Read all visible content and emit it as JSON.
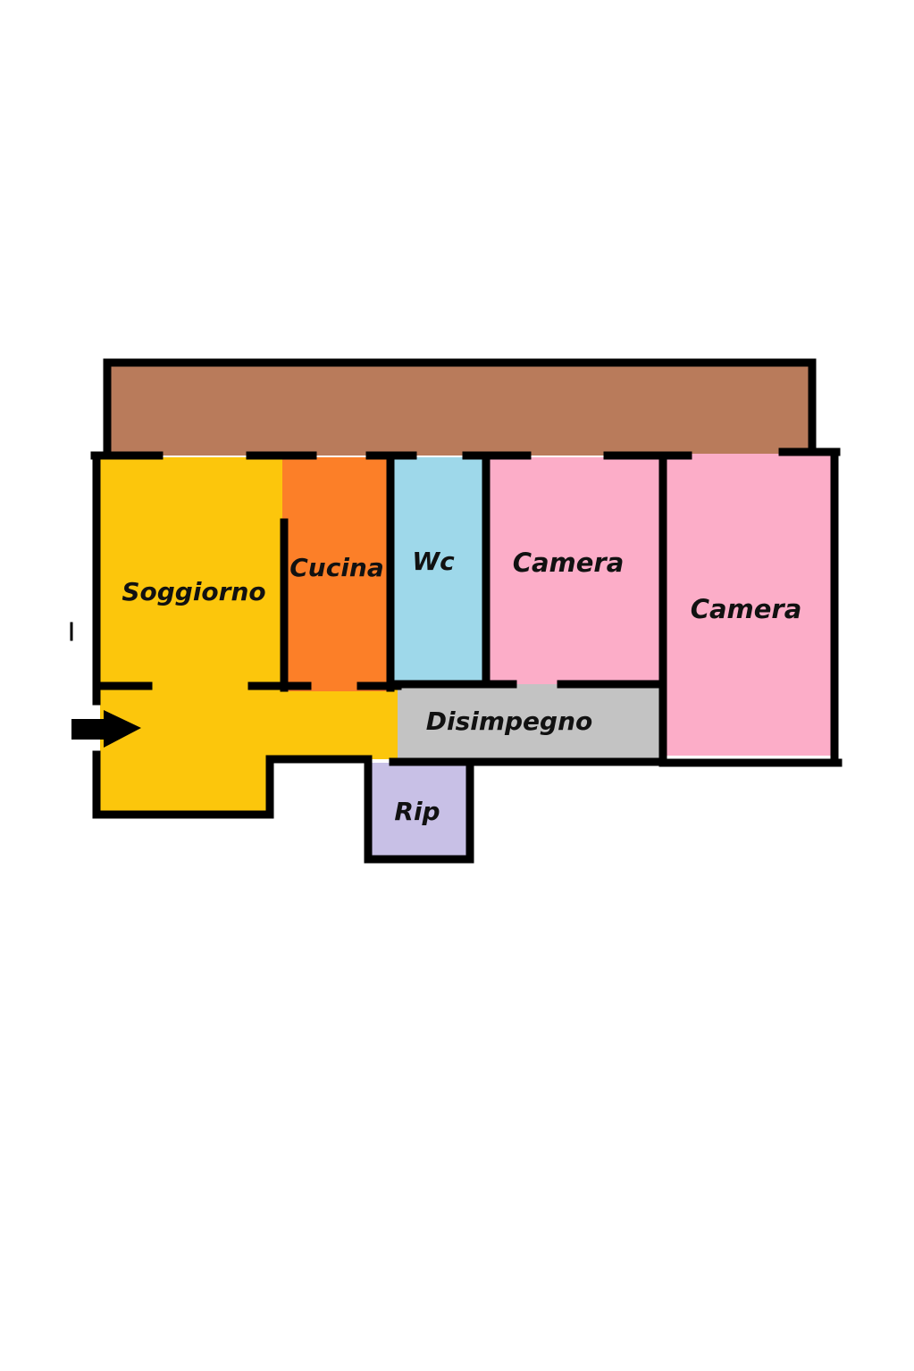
{
  "rooms": {
    "soggiorno": {
      "label": "Soggiorno",
      "color": "#fcc60c"
    },
    "cucina": {
      "label": "Cucina",
      "color": "#fc7f28"
    },
    "wc": {
      "label": "Wc",
      "color": "#9ed8ea"
    },
    "camera_1": {
      "label": "Camera",
      "color": "#fcadc8"
    },
    "camera_2": {
      "label": "Camera",
      "color": "#fcadc8"
    },
    "disimpegno": {
      "label": "Disimpegno",
      "color": "#c3c3c3"
    },
    "ripostiglio": {
      "label": "Rip",
      "color": "#c8c0e6"
    }
  },
  "balcony": {
    "color": "#b97b5b"
  },
  "walls": {
    "color": "#000000"
  },
  "entrance": {
    "icon": "entrance-arrow-icon"
  }
}
